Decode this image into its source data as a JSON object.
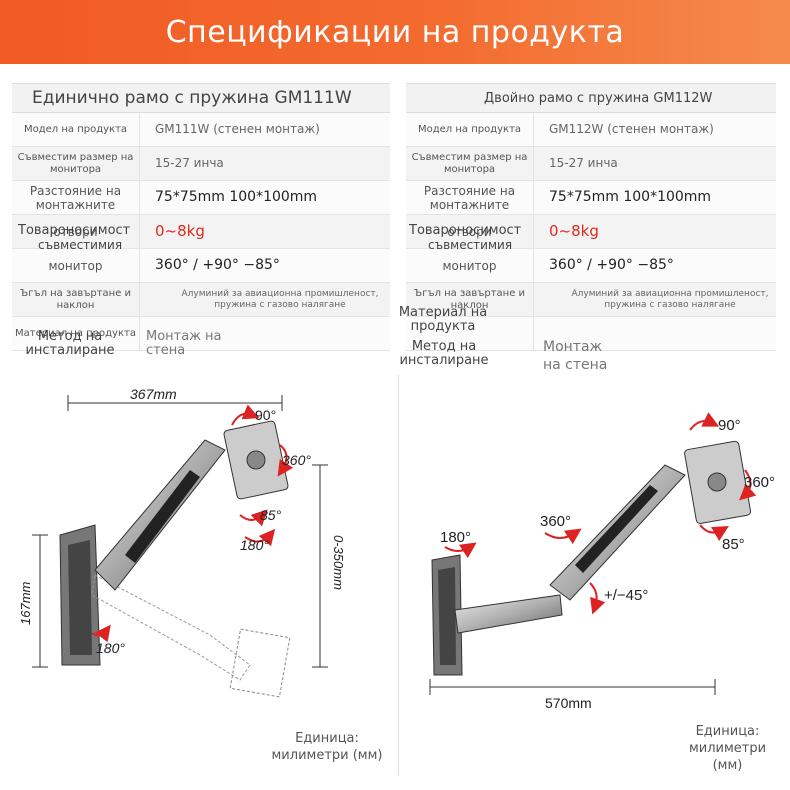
{
  "banner": {
    "title": "Спецификации на продукта",
    "color": "#f15a24"
  },
  "left": {
    "title": "Единично рамо с пружина GM111W",
    "rows": [
      {
        "label": "Модел на продукта",
        "value": "GM111W (стенен монтаж)"
      },
      {
        "label": "Съвместим размер на монитора",
        "value": "15-27 инча"
      },
      {
        "label": "Разстояние на монтажните",
        "value": "75*75mm     100*100mm"
      },
      {
        "label": "отвори",
        "value": "0~8kg"
      },
      {
        "label": "монитор",
        "value": "360°  / +90°    −85°"
      },
      {
        "label": "Ъгъл на завъртане и наклон",
        "value": "Алуминий за авиационна промишленост, пружина с газово налягане"
      },
      {
        "label": "Материал на продукта",
        "value": ""
      }
    ],
    "overlay": {
      "load": "Товароносимост",
      "compat": "съвместимия",
      "install": "Метод на инсталиране",
      "mount": "Монтаж на стена"
    },
    "diagram": {
      "width": "367mm",
      "height": "0-350mm",
      "base": "167mm",
      "tilt_up": "90°",
      "rotate": "360°",
      "tilt_down": "85°",
      "swivel": "180°",
      "swivel_base": "180°"
    },
    "unit": "Единица: милиметри (мм)"
  },
  "right": {
    "title": "Двойно рамо с пружина GM112W",
    "rows": [
      {
        "label": "Модел на продукта",
        "value": "GM112W (стенен монтаж)"
      },
      {
        "label": "Съвместим размер на монитора",
        "value": "15-27 инча"
      },
      {
        "label": "Разстояние на монтажните",
        "value": "75*75mm     100*100mm"
      },
      {
        "label": "отвори",
        "value": "0~8kg"
      },
      {
        "label": "монитор",
        "value": "360°  / +90°    −85°"
      },
      {
        "label": "Ъгъл на завъртане и наклон",
        "value": "Алуминий за авиационна промишленост, пружина с газово налягане"
      },
      {
        "label": "",
        "value": ""
      }
    ],
    "overlay": {
      "load": "Товароносимост",
      "compat": "съвместимия",
      "material": "Материал на продукта",
      "install": "Метод на инсталиране",
      "mount": "Монтаж на стена"
    },
    "diagram": {
      "width": "570mm",
      "tilt_up": "90°",
      "rotate": "360°",
      "rotate_joint": "360°",
      "tilt_down": "85°",
      "swivel": "180°",
      "joint": "+/−45°"
    },
    "unit": "Единица: милиметри (мм)"
  },
  "colors": {
    "accent_red": "#e0281e",
    "banner": "#f15a24"
  }
}
